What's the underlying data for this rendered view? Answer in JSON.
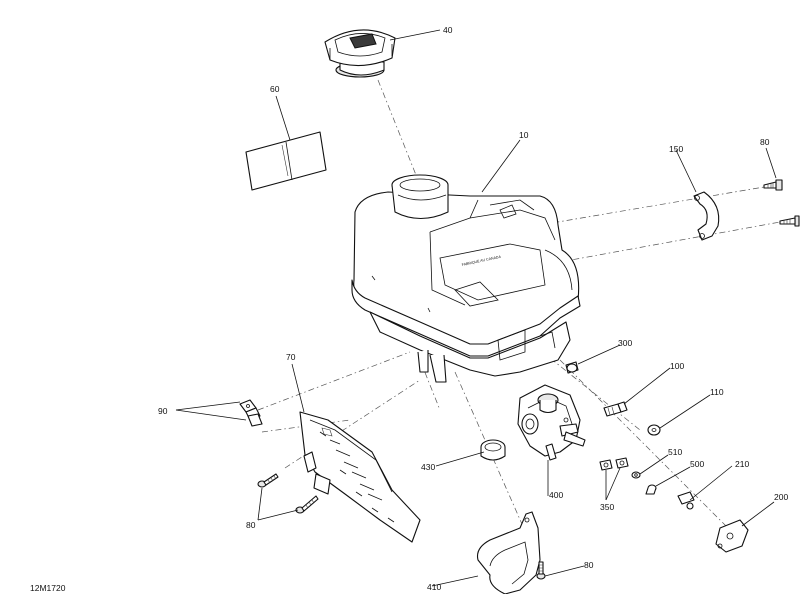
{
  "drawing_code": "12M1720",
  "tank_label": "FABRIQUÉ AU CANADA",
  "callouts": {
    "c10": "10",
    "c40": "40",
    "c60": "60",
    "c70": "70",
    "c80a": "80",
    "c80b": "80",
    "c80c": "80",
    "c90": "90",
    "c100": "100",
    "c110": "110",
    "c150": "150",
    "c200": "200",
    "c210": "210",
    "c300": "300",
    "c350": "350",
    "c400": "400",
    "c410": "410",
    "c430": "430",
    "c500": "500",
    "c510": "510"
  }
}
